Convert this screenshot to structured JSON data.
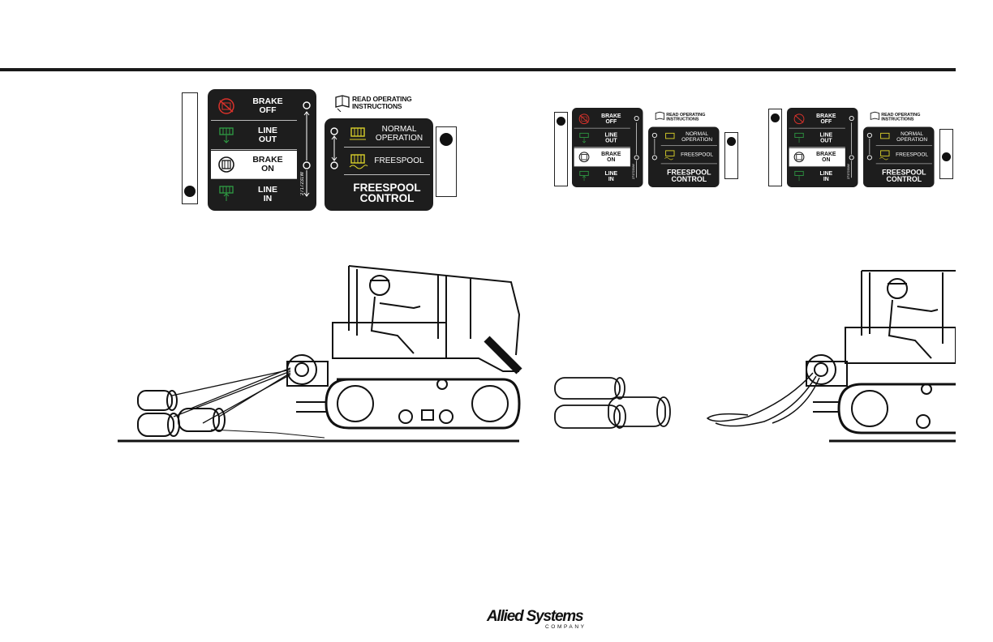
{
  "decal": {
    "brake_off": "BRAKE\nOFF",
    "brake_off_1": "BRAKE",
    "brake_off_2": "OFF",
    "line_out_1": "LINE",
    "line_out_2": "OUT",
    "brake_on_1": "BRAKE",
    "brake_on_2": "ON",
    "line_in_1": "LINE",
    "line_in_2": "IN",
    "part_number": "2717231W",
    "read_op_1": "READ OPERATING",
    "read_op_2": "INSTRUCTIONS",
    "normal_1": "NORMAL",
    "normal_2": "OPERATION",
    "freespool": "FREESPOOL",
    "fs_control_1": "FREESPOOL",
    "fs_control_2": "CONTROL"
  },
  "logo": {
    "name": "Allied Systems",
    "company": "COMPANY"
  },
  "colors": {
    "decal_bg": "#1d1d1d",
    "red_icon": "#d9322b",
    "green_icon": "#2f9e44",
    "yellow_icon": "#d9d02a"
  }
}
